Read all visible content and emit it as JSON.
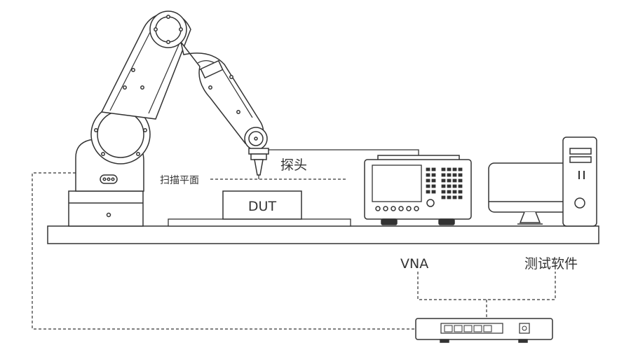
{
  "labels": {
    "probe": "探头",
    "scan_plane": "扫描平面",
    "dut": "DUT",
    "vna": "VNA",
    "test_software": "测试软件"
  },
  "components": {
    "robot_arm": "robot-arm",
    "vna_instrument": "vna-instrument",
    "computer": "computer",
    "network_switch": "network-switch",
    "table": "table"
  },
  "colors": {
    "stroke": "#333333",
    "fill": "#ffffff",
    "text": "#333333"
  }
}
